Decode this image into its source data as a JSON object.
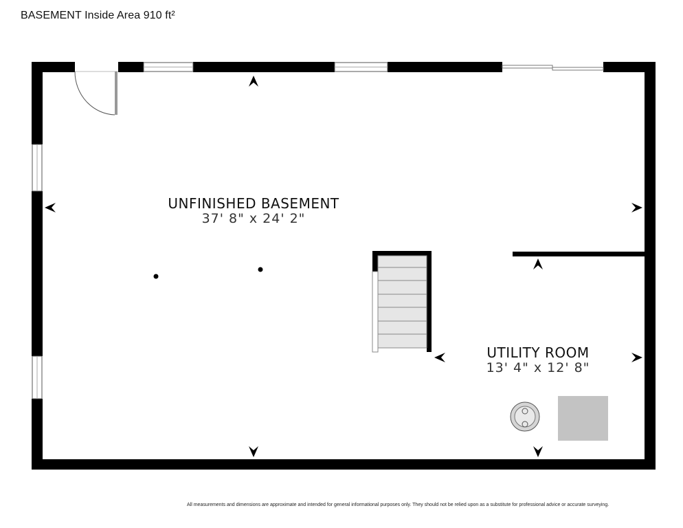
{
  "header": {
    "title": "BASEMENT Inside Area 910 ft²"
  },
  "rooms": [
    {
      "name": "UNFINISHED BASEMENT",
      "dimensions": "37' 8\" x 24' 2\""
    },
    {
      "name": "UTILITY ROOM",
      "dimensions": "13' 4\" x 12' 8\""
    }
  ],
  "disclaimer": "All measurements and dimensions are approximate and intended for general informational purposes only. They should not be relied upon as a substitute for professional advice or accurate surveying.",
  "colors": {
    "wall": "#000000",
    "stair": "#e6e6e6",
    "appliance": "#c3c3c3",
    "background": "#ffffff"
  }
}
